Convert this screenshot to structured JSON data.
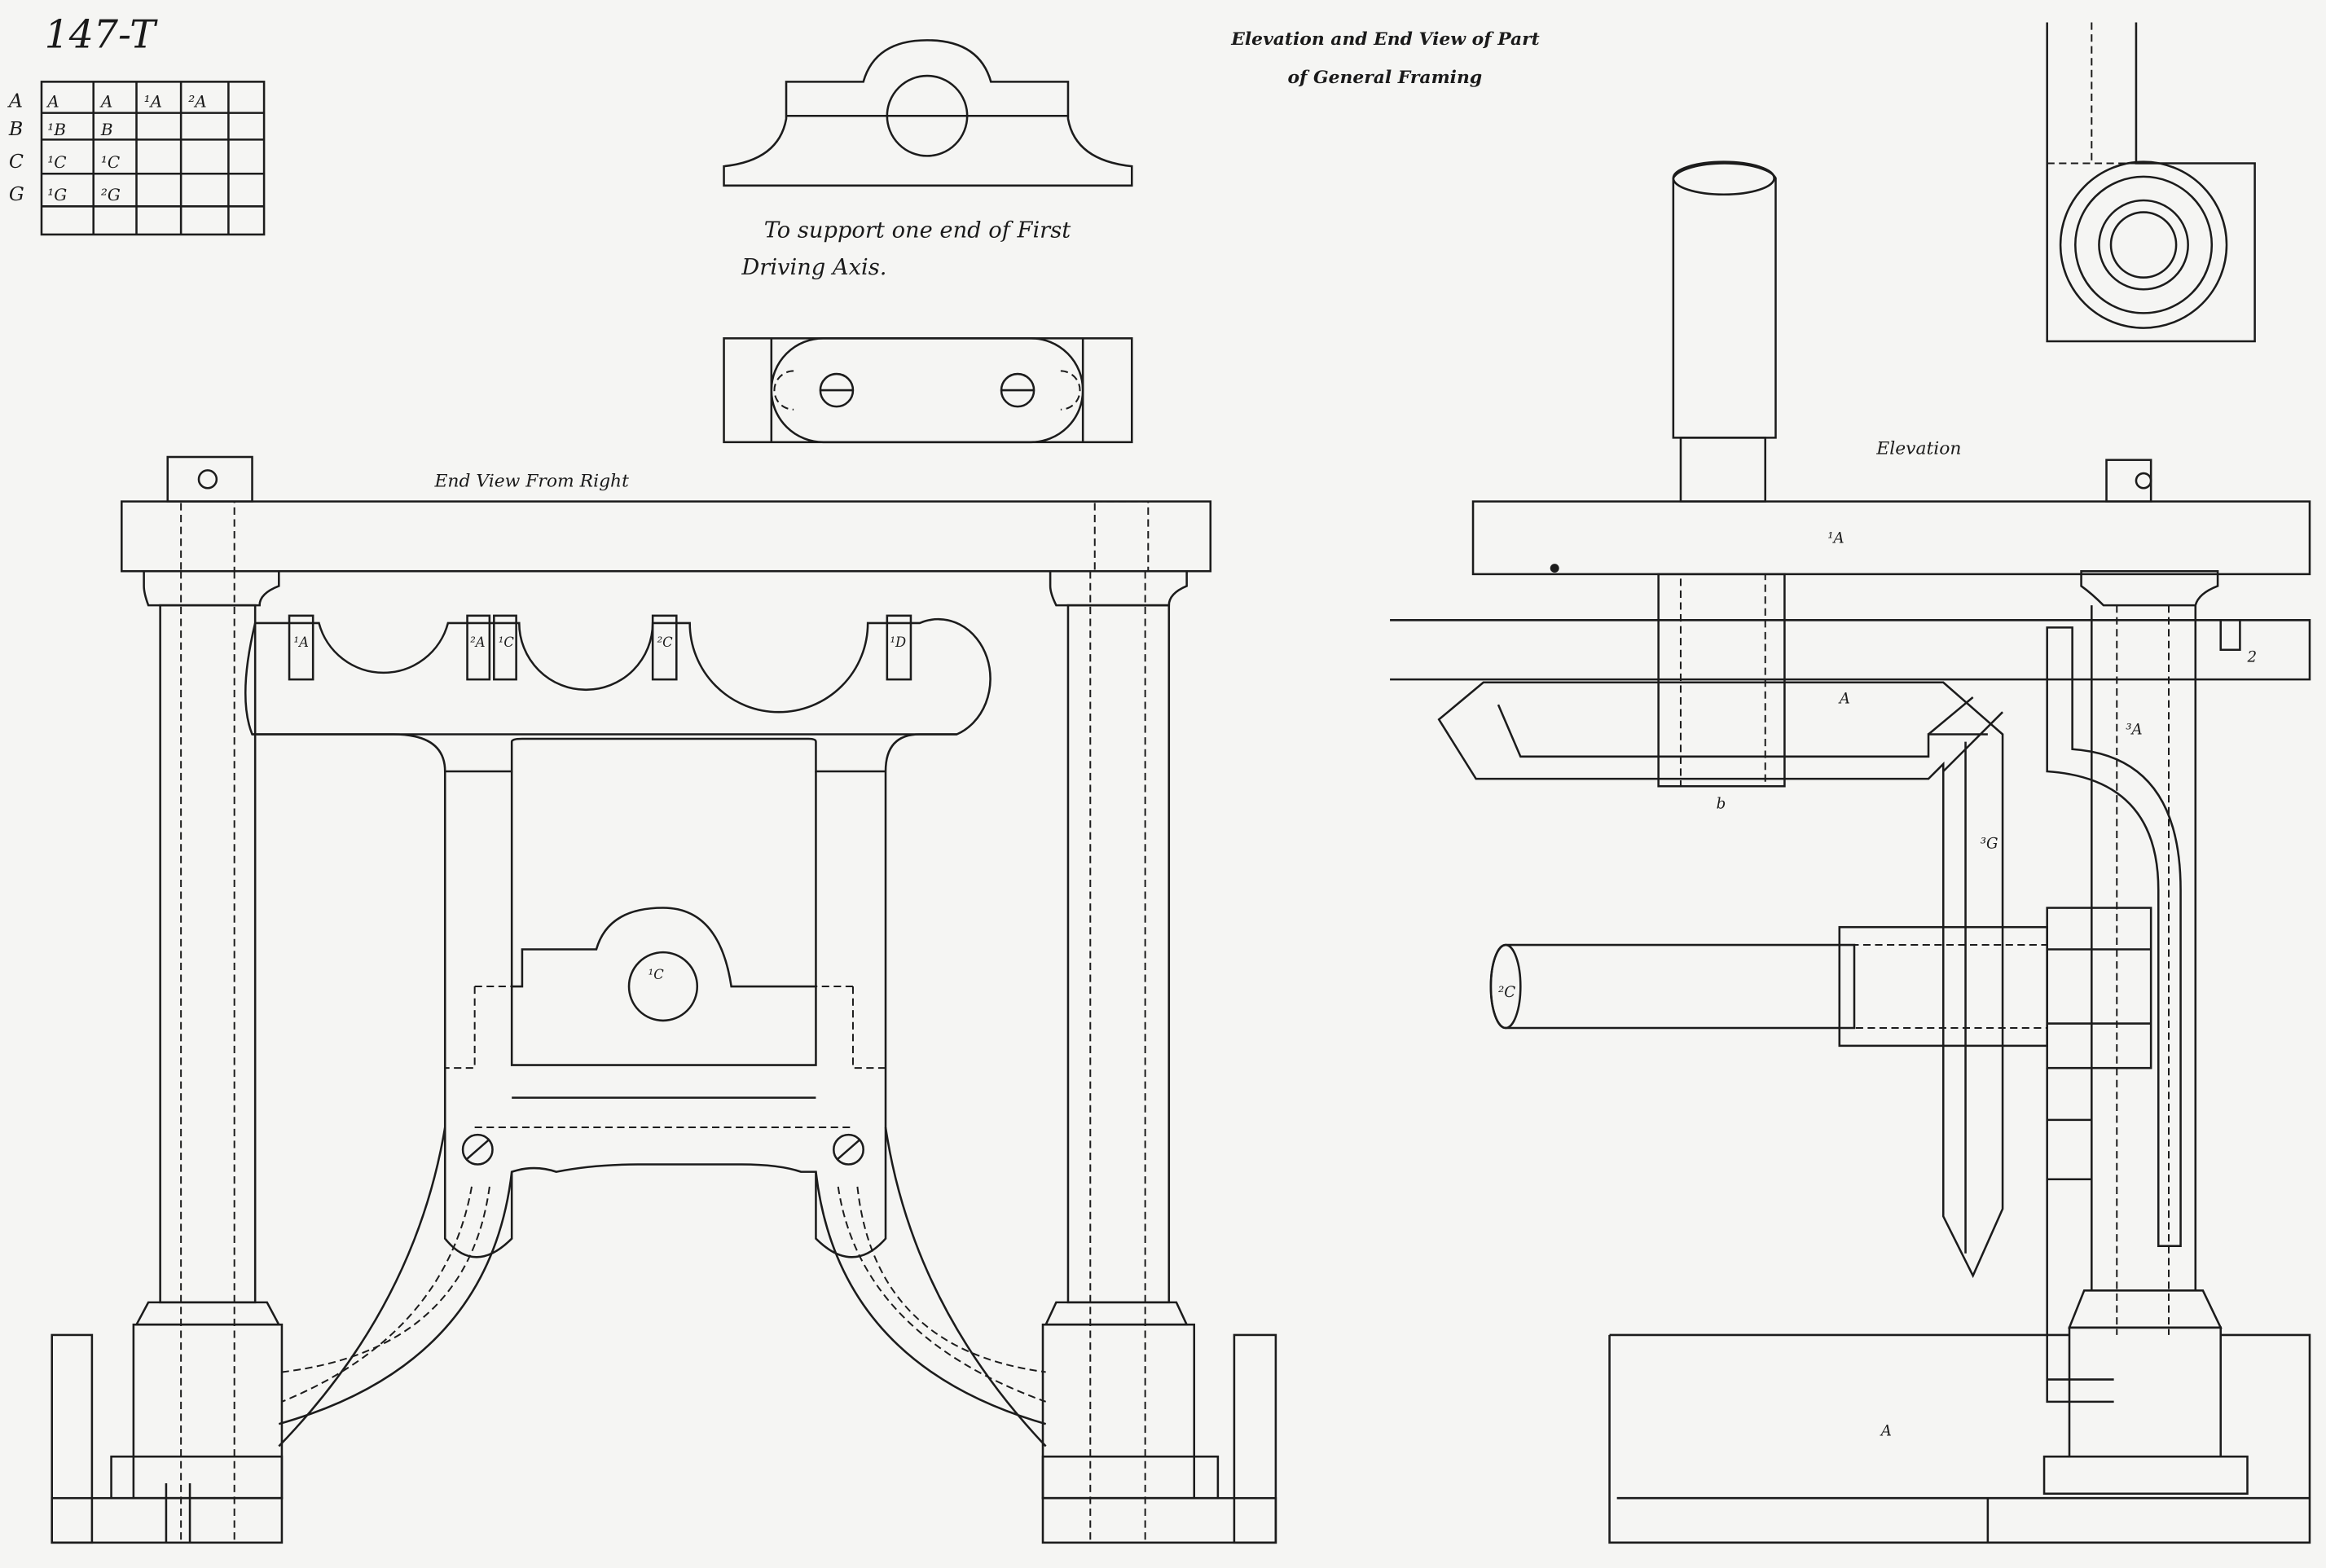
{
  "sheet_number": "147-T",
  "title": {
    "line1": "Elevation and End View of Part",
    "line2": "of General Framing"
  },
  "caption": {
    "line1": "To support one end of First",
    "line2": "Driving Axis."
  },
  "view_labels": {
    "end_view": "End View From Right",
    "elevation": "Elevation"
  },
  "table": {
    "row_labels": [
      "A",
      "B",
      "C",
      "G"
    ],
    "rows": [
      [
        "A",
        "A",
        "¹A",
        "²A",
        ""
      ],
      [
        "¹B",
        "B",
        "",
        "",
        ""
      ],
      [
        "¹C",
        "¹C",
        "",
        "",
        ""
      ],
      [
        "¹G",
        "²G",
        "",
        "",
        ""
      ],
      [
        "",
        "",
        "",
        "",
        ""
      ]
    ]
  },
  "part_letters": {
    "comb_a": "¹A",
    "comb_b": "²A",
    "comb_c": "¹C",
    "comb_d": "²C",
    "comb_e": "¹D",
    "bearing_center": "¹C",
    "elev_beam": "¹A",
    "elev_beam2": "2",
    "elev_arm": "A",
    "elev_b": "b",
    "elev_diag": "³G",
    "elev_col": "³A",
    "elev_shaft": "²C",
    "elev_base": "A"
  }
}
